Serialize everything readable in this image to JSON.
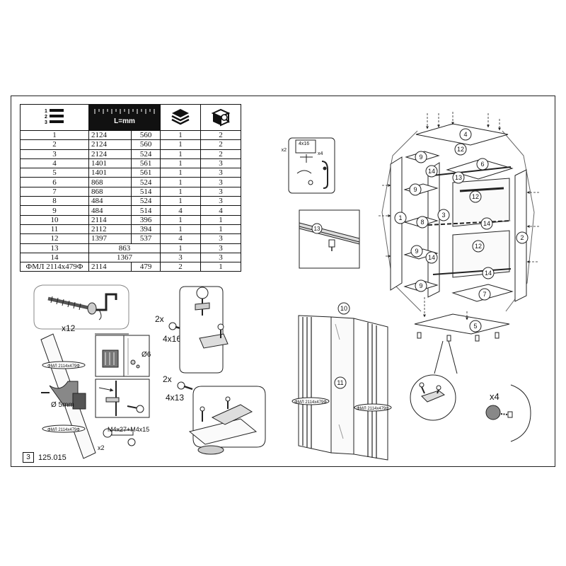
{
  "table": {
    "header_icons": [
      "numbered-list-icon",
      "ruler-icon",
      "layers-icon",
      "box-icon"
    ],
    "ruler_label": "L=mm",
    "rows": [
      {
        "id": "1",
        "len1": "2124",
        "len2": "560",
        "qty": "1",
        "pack": "2"
      },
      {
        "id": "2",
        "len1": "2124",
        "len2": "560",
        "qty": "1",
        "pack": "2"
      },
      {
        "id": "3",
        "len1": "2124",
        "len2": "524",
        "qty": "1",
        "pack": "2"
      },
      {
        "id": "4",
        "len1": "1401",
        "len2": "561",
        "qty": "1",
        "pack": "3"
      },
      {
        "id": "5",
        "len1": "1401",
        "len2": "561",
        "qty": "1",
        "pack": "3"
      },
      {
        "id": "6",
        "len1": "868",
        "len2": "524",
        "qty": "1",
        "pack": "3"
      },
      {
        "id": "7",
        "len1": "868",
        "len2": "514",
        "qty": "1",
        "pack": "3"
      },
      {
        "id": "8",
        "len1": "484",
        "len2": "524",
        "qty": "1",
        "pack": "3"
      },
      {
        "id": "9",
        "len1": "484",
        "len2": "514",
        "qty": "4",
        "pack": "4"
      },
      {
        "id": "10",
        "len1": "2114",
        "len2": "396",
        "qty": "1",
        "pack": "1"
      },
      {
        "id": "11",
        "len1": "2112",
        "len2": "394",
        "qty": "1",
        "pack": "1"
      },
      {
        "id": "12",
        "len1": "1397",
        "len2": "537",
        "qty": "4",
        "pack": "3"
      },
      {
        "id": "13",
        "len_merged": "863",
        "qty": "1",
        "pack": "3"
      },
      {
        "id": "14",
        "len_merged": "1367",
        "qty": "3",
        "pack": "3"
      },
      {
        "id": "ФМЛ 2114x479Ф",
        "len1": "2114",
        "len2": "479",
        "qty": "2",
        "pack": "1"
      }
    ]
  },
  "hardware": {
    "screw_count": "x12",
    "screw_4x16": {
      "qty": "2x",
      "size": "4x16"
    },
    "screw_4x13": {
      "qty": "2x",
      "size": "4x13"
    },
    "hook_inset": {
      "qty": "x2",
      "screw": "4x16",
      "count": "x4"
    },
    "drill_hole": "Ø6",
    "drill_bit": "Ø 5mm",
    "bolt": {
      "size": "M4x27+M4x15",
      "qty": "x2"
    },
    "feet_count": "x4",
    "mirror_label": "ФМЛ 2114x479Ф"
  },
  "callouts": [
    "1",
    "2",
    "3",
    "4",
    "5",
    "6",
    "7",
    "8",
    "9",
    "10",
    "11",
    "12",
    "13",
    "14"
  ],
  "footer": {
    "page": "3",
    "code": "125.015"
  },
  "colors": {
    "line": "#222222",
    "gray": "#888888",
    "light": "#cfcfcf"
  }
}
